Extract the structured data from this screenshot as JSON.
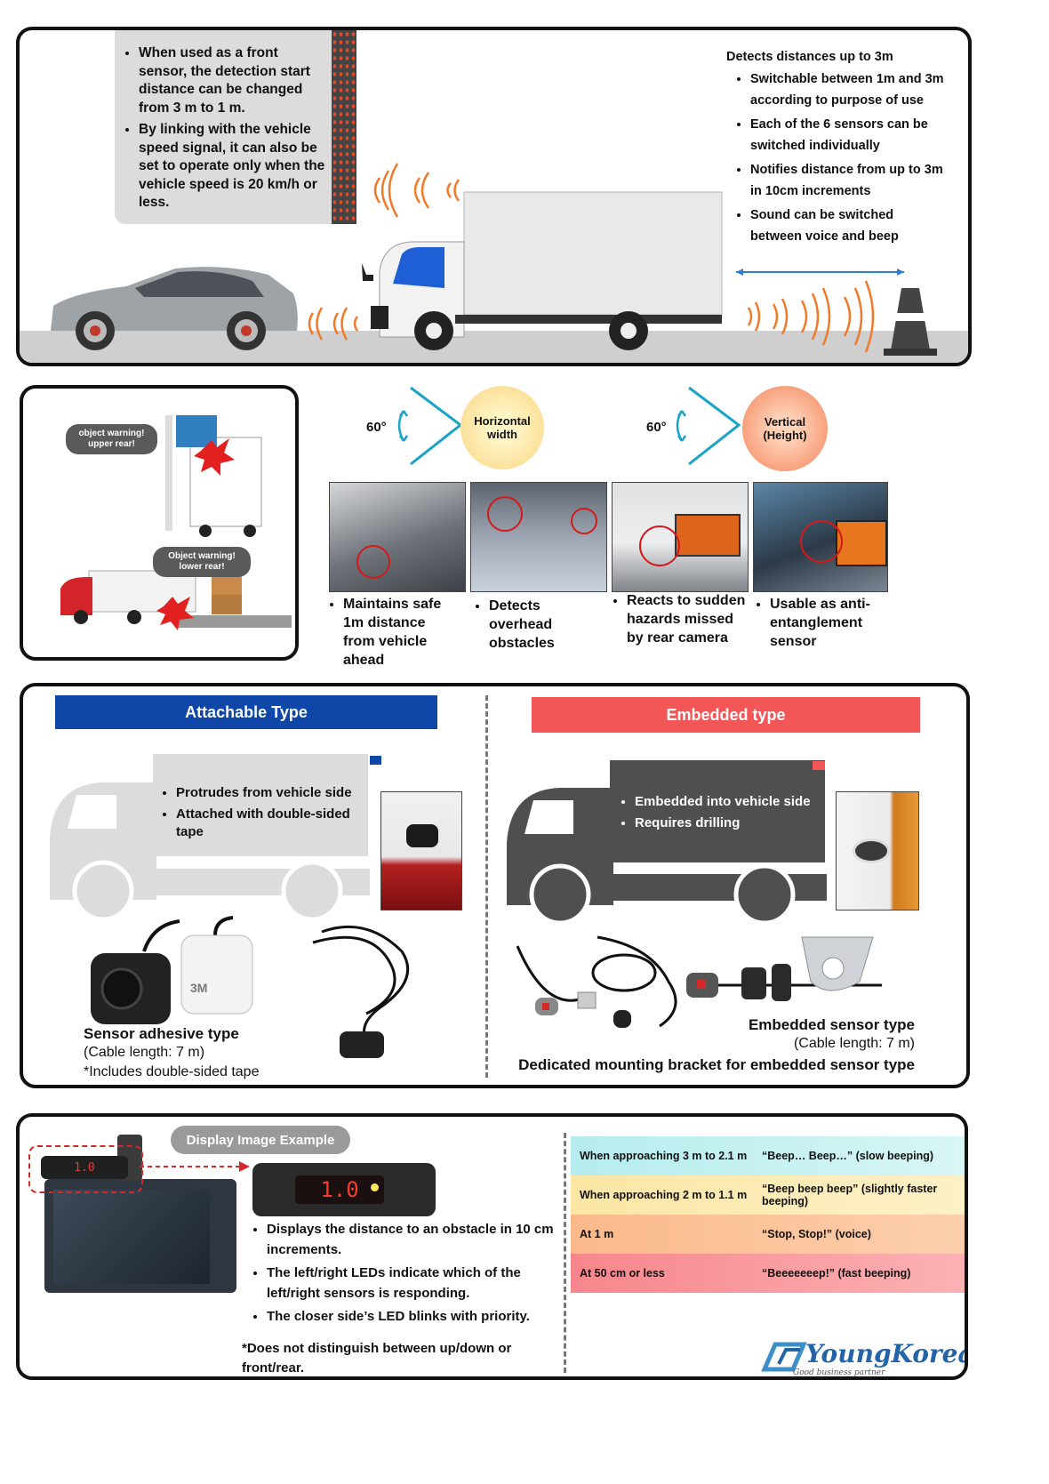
{
  "panel1": {
    "front_bullets": [
      "When used as a front sensor, the detection start distance can be changed from 3 m to 1 m.",
      "By linking with the vehicle speed signal, it can also be set to operate only when the vehicle speed is 20 km/h or less."
    ],
    "detects_title": "Detects distances up to 3m",
    "detects_bullets": [
      "Switchable between 1m and 3m according to purpose of use",
      "Each of the 6 sensors can be switched individually",
      "Notifies distance from up to 3m in 10cm increments",
      "Sound can be switched between voice and beep"
    ]
  },
  "panel2": {
    "warning_upper": "object warning! upper rear!",
    "warning_lower": "Object warning! lower rear!",
    "angle_h": "60°",
    "angle_v": "60°",
    "circle_h": "Horizontal width",
    "circle_v": "Vertical (Height)",
    "captions": [
      "Maintains safe 1m distance from vehicle ahead",
      "Detects overhead obstacles",
      "Reacts to sudden hazards missed by rear camera",
      "Usable as anti-entanglement sensor"
    ]
  },
  "panel3": {
    "attach_header": "Attachable Type",
    "embed_header": "Embedded type",
    "attach_bullets": [
      "Protrudes from vehicle side",
      "Attached with double-sided tape"
    ],
    "embed_bullets": [
      "Embedded into vehicle side",
      "Requires drilling"
    ],
    "attach_title": "Sensor adhesive type",
    "attach_cable": "(Cable length: 7 m)",
    "attach_note": "*Includes double-sided tape",
    "embed_title": "Embedded sensor type",
    "embed_cable": "(Cable length: 7 m)",
    "embed_bracket": "Dedicated mounting bracket for embedded sensor type",
    "colors": {
      "attach": "#0f47a8",
      "embed": "#f25656"
    }
  },
  "panel4": {
    "display_label": "Display Image Example",
    "screen_value": "1.0",
    "bullets": [
      "Displays the distance to an obstacle in 10 cm increments.",
      "The left/right LEDs indicate which of the left/right sensors is responding.",
      "The closer side’s LED blinks with priority."
    ],
    "note": "*Does not distinguish between up/down or front/rear.",
    "rows": [
      {
        "distance": "When approaching 3 m to 2.1 m",
        "sound": "“Beep… Beep…” (slow beeping)"
      },
      {
        "distance": "When approaching 2 m to 1.1 m",
        "sound": "“Beep beep beep” (slightly faster beeping)"
      },
      {
        "distance": "At 1 m",
        "sound": "“Stop, Stop!” (voice)"
      },
      {
        "distance": "At 50 cm or less",
        "sound": "“Beeeeeeep!” (fast beeping)"
      }
    ],
    "logo": "YoungKorea",
    "logo_tagline": "Good business partner"
  }
}
